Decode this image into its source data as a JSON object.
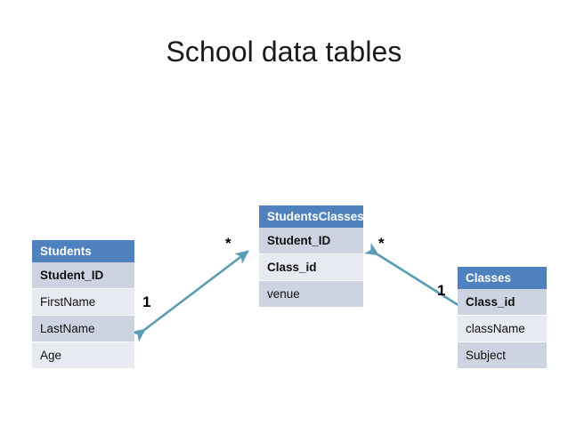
{
  "slide": {
    "title": "School data tables",
    "background_color": "#FFFFFF"
  },
  "theme": {
    "header_fill": "#4E81BD",
    "header_text": "#FFFFFF",
    "row_fill_dark": "#CDD3E1",
    "row_fill_light": "#E7EAF1",
    "row_text": "#111111",
    "arrow_color": "#5B9BB5",
    "label_text": "#000000"
  },
  "tables": [
    {
      "name": "Students",
      "header": "Students",
      "rows": [
        {
          "label": "Student_ID",
          "key": true,
          "shade": "dark"
        },
        {
          "label": "FirstName",
          "key": false,
          "shade": "light"
        },
        {
          "label": "LastName",
          "key": false,
          "shade": "dark"
        },
        {
          "label": "Age",
          "key": false,
          "shade": "light"
        }
      ]
    },
    {
      "name": "StudentsClasses",
      "header": "StudentsClasses",
      "rows": [
        {
          "label": "Student_ID",
          "key": true,
          "shade": "dark"
        },
        {
          "label": "Class_id",
          "key": true,
          "shade": "light"
        },
        {
          "label": "venue",
          "key": false,
          "shade": "dark"
        }
      ]
    },
    {
      "name": "Classes",
      "header": "Classes",
      "rows": [
        {
          "label": "Class_id",
          "key": true,
          "shade": "dark"
        },
        {
          "label": "className",
          "key": false,
          "shade": "light"
        },
        {
          "label": "Subject",
          "key": false,
          "shade": "dark"
        }
      ]
    }
  ],
  "relationships": [
    {
      "from": "Students",
      "to": "StudentsClasses",
      "from_cardinality": "1",
      "to_cardinality": "*"
    },
    {
      "from": "Classes",
      "to": "StudentsClasses",
      "from_cardinality": "1",
      "to_cardinality": "*"
    }
  ],
  "cardinality_labels": {
    "students_one": "1",
    "studentsclasses_many_left": "*",
    "studentsclasses_many_right": "*",
    "classes_one": "1"
  }
}
